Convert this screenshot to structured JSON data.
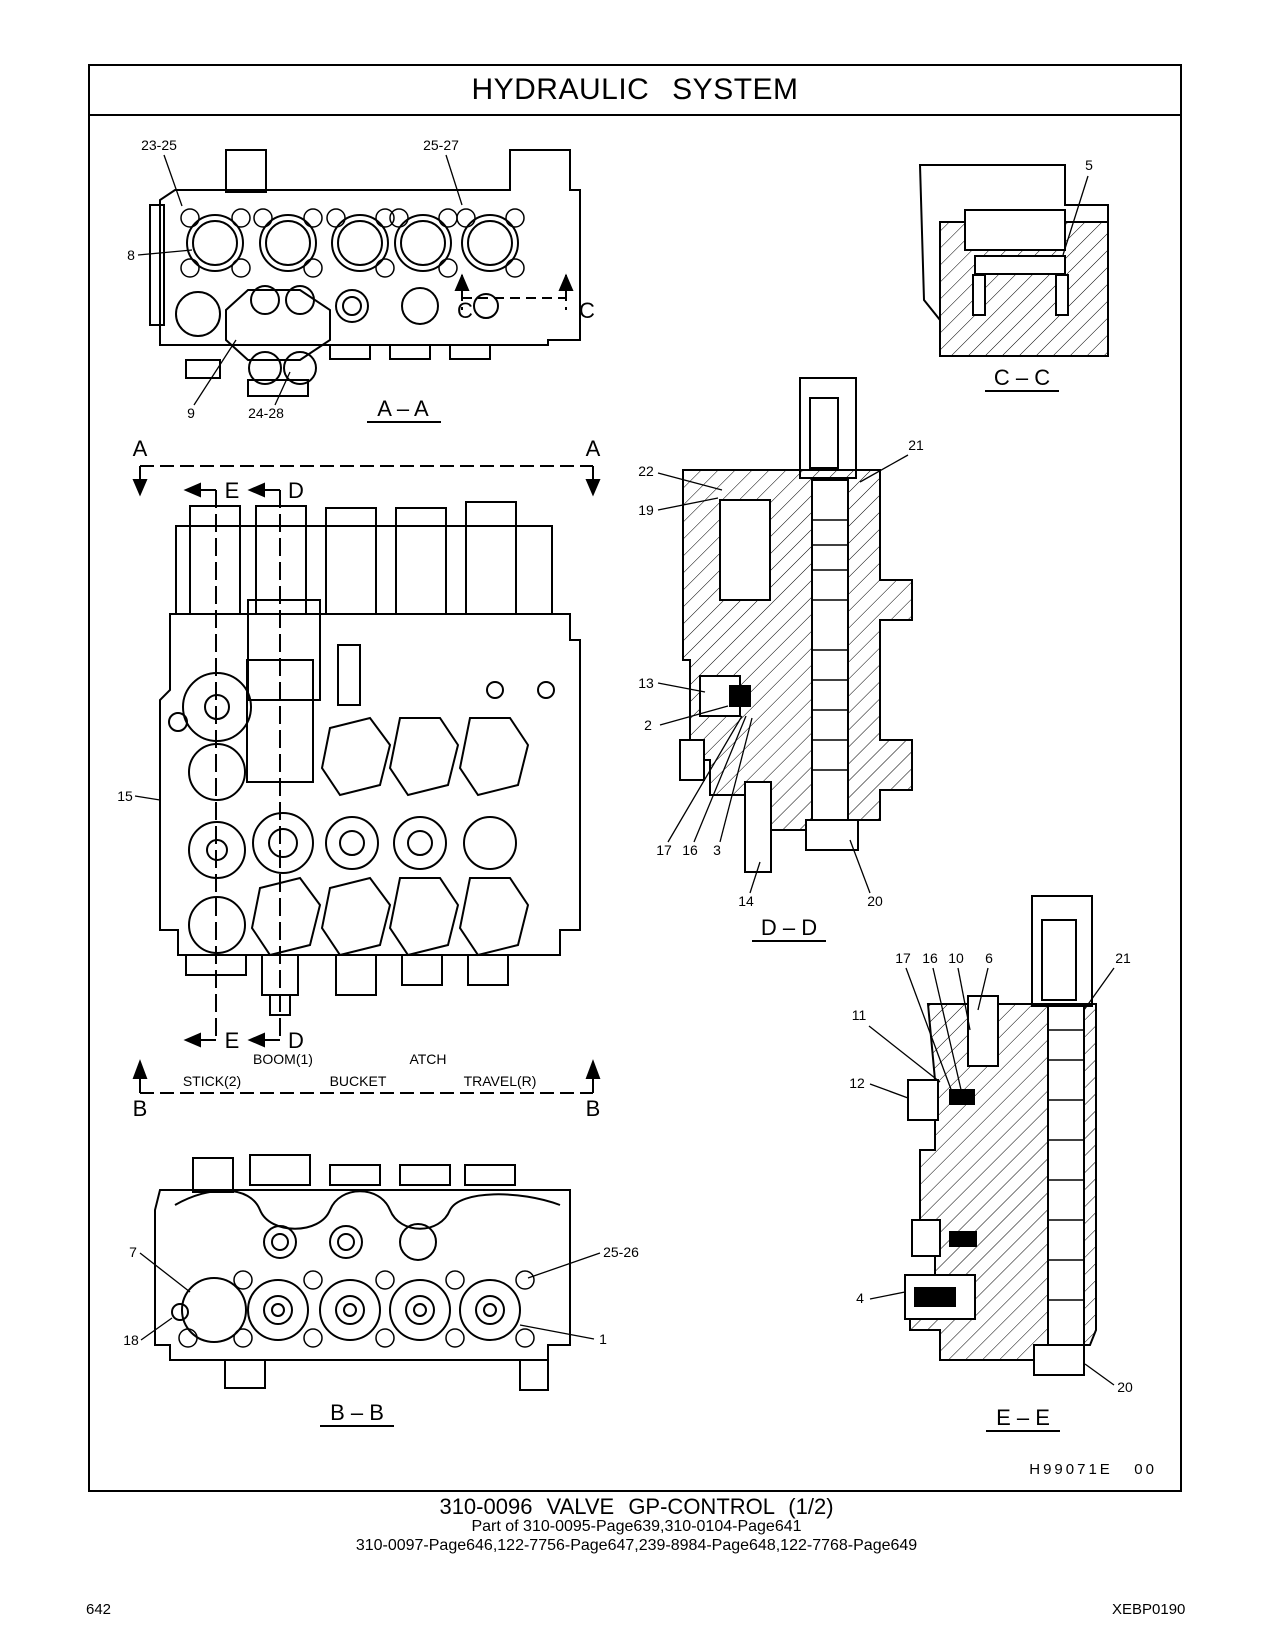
{
  "header": {
    "title": "HYDRAULIC   SYSTEM"
  },
  "views": {
    "aa": {
      "title": "A – A",
      "callouts": [
        "23-25",
        "25-27",
        "8",
        "9",
        "24-28"
      ],
      "cut_marks": [
        "C",
        "C"
      ]
    },
    "cc": {
      "title": "C – C",
      "callouts": [
        "5"
      ]
    },
    "main": {
      "cut_marks": [
        "A",
        "A",
        "B",
        "B",
        "E",
        "D",
        "E",
        "D"
      ],
      "callouts": [
        "15"
      ],
      "sections": [
        "STICK(2)",
        "BOOM(1)",
        "BUCKET",
        "ATCH",
        "TRAVEL(R)"
      ]
    },
    "dd": {
      "title": "D – D",
      "callouts": [
        "21",
        "22",
        "19",
        "13",
        "2",
        "17",
        "16",
        "3",
        "14",
        "20"
      ]
    },
    "bb": {
      "title": "B – B",
      "callouts": [
        "7",
        "25-26",
        "18",
        "1"
      ]
    },
    "ee": {
      "title": "E – E",
      "callouts": [
        "17",
        "16",
        "10",
        "6",
        "21",
        "11",
        "12",
        "4",
        "20"
      ]
    }
  },
  "drawing_id": "H99071E   00",
  "caption": {
    "title": "310-0096  VALVE  GP-CONTROL (1/2)",
    "line1": "Part of 310-0095-Page639,310-0104-Page641",
    "line2": "310-0097-Page646,122-7756-Page647,239-8984-Page648,122-7768-Page649"
  },
  "footer": {
    "page": "642",
    "code": "XEBP0190"
  }
}
